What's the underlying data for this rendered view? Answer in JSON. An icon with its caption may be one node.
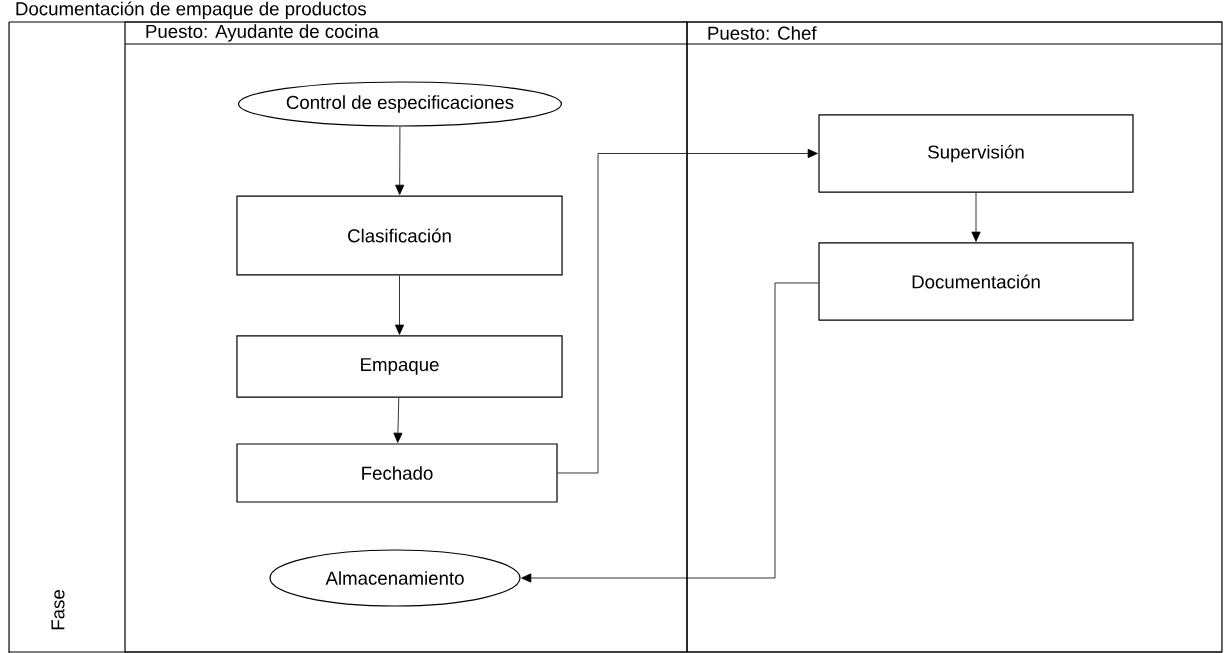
{
  "diagram": {
    "title": "Documentación de empaque de productos",
    "nodes": [
      {
        "text": [
          "Puesto: Ayudante de cocina"
        ]
      },
      {
        "text": [
          "Puesto: Chef"
        ]
      },
      {
        "text": [
          "Control de especificaciones"
        ],
        "in": 0
      },
      {
        "text": [
          "Clasificación"
        ],
        "in": 0
      },
      {
        "text": [
          "Empaque"
        ],
        "in": 0
      },
      {
        "text": [
          "Fechado"
        ],
        "in": 0
      },
      {
        "text": [
          "Almacenamiento"
        ],
        "in": 0
      },
      {
        "text": [
          "Supervisión"
        ],
        "in": 1
      },
      {
        "text": [
          "Documentación"
        ],
        "in": 1
      }
    ],
    "edges": [
      {
        "from": 2,
        "to": 3,
        "arrow": "to"
      },
      {
        "from": 3,
        "to": 4,
        "arrow": "to"
      },
      {
        "from": 4,
        "to": 5,
        "arrow": "to"
      },
      {
        "from": 5,
        "to": 7,
        "arrow": "to"
      },
      {
        "from": 7,
        "to": 8,
        "arrow": "to"
      },
      {
        "from": 8,
        "to": 6,
        "arrow": "to"
      }
    ],
    "labels": [
      "Fase"
    ]
  }
}
